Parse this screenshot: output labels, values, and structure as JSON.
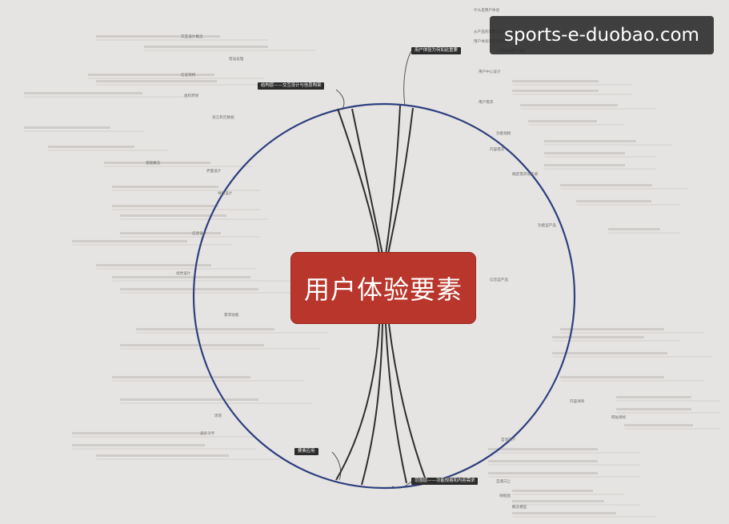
{
  "center_title": "用户体验要素",
  "watermark": "sports-e-duobao.com",
  "colors": {
    "background": "#e6e4e2",
    "center": "#b8362b",
    "ring": "#2f3f7f",
    "branch": "#2c2c2c"
  },
  "branches": [
    {
      "id": "structure",
      "label": "结构层——交互设计与信息构架"
    },
    {
      "id": "strategy",
      "label": "用户体验为何如此重要"
    },
    {
      "id": "scope",
      "label": "范围层——功能规格和内容需求"
    },
    {
      "id": "elements",
      "label": "要素应用"
    }
  ],
  "nodes": [
    "什么是用户体验",
    "从产品的功能定义和信息架构",
    "用户体验与产品质量",
    "一次好的用户体验",
    "用户中心设计",
    "交互设计概念",
    "错误处理",
    "信息架构",
    "组织原则",
    "语言和元数据",
    "功能规格",
    "内容需求",
    "确定需求优先级",
    "界面设计",
    "导航设计",
    "信息设计",
    "视觉设计",
    "功能型产品",
    "信息型产品",
    "基础概念",
    "需求收集",
    "场景",
    "竞争对手",
    "内容清单",
    "自顶向下",
    "自底向上",
    "概念模型",
    "线框图",
    "用户需求",
    "网站目标"
  ]
}
